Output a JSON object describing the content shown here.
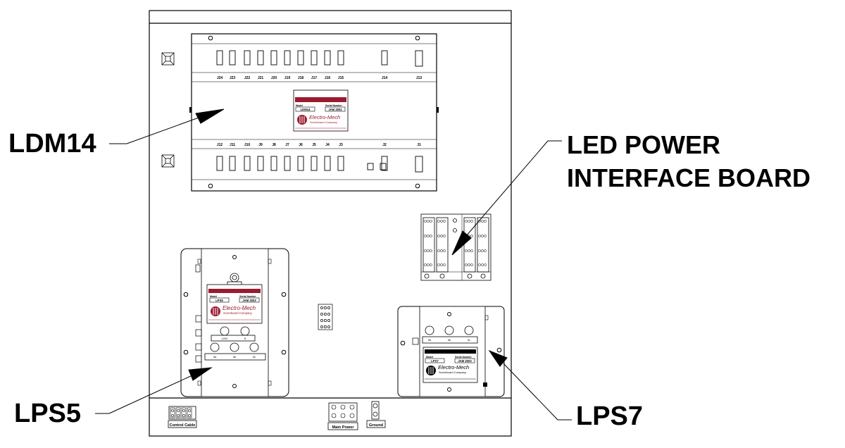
{
  "callouts": {
    "ldm14": "LDM14",
    "led_power_line1": "LED POWER",
    "led_power_line2": "INTERFACE BOARD",
    "lps5": "LPS5",
    "lps7": "LPS7"
  },
  "ldm": {
    "top_connectors": [
      "J24",
      "J23",
      "J22",
      "J21",
      "J20",
      "J19",
      "J18",
      "J17",
      "J16",
      "J15",
      "J14",
      "J13"
    ],
    "bottom_connectors": [
      "J12",
      "J11",
      "J10",
      "J9",
      "J8",
      "J7",
      "J6",
      "J5",
      "J4",
      "J3",
      "J2",
      "J1"
    ]
  },
  "labels": {
    "model": "Model",
    "serial": "Serial Number",
    "brand": "Electro-Mech",
    "brand_sub": "Scoreboard Company",
    "ldm_model": "LDM14",
    "ldm_serial": "JAM 2001",
    "lps5_model": "LPS5",
    "lps5_serial": "JAM 2003",
    "lps7_model": "LPS7",
    "lps7_serial": "JAM 2003",
    "lps5_term_top": [
      "120V",
      "N"
    ],
    "lps5_term_bottom": [
      "5a",
      "5b",
      "5c"
    ],
    "lps7_terms": [
      "5a",
      "5b",
      "5c"
    ]
  },
  "bottom": {
    "control_cable": "Control Cable",
    "main_power": "Main Power",
    "ground": "Ground"
  },
  "colors": {
    "line": "#000000",
    "label_red": "#9b1b2e",
    "panel_fill": "#ffffff"
  }
}
